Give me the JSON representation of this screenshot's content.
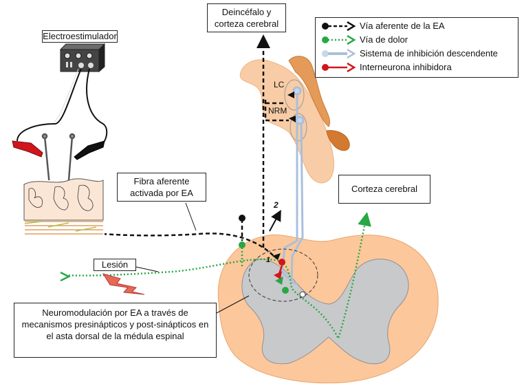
{
  "labels": {
    "device": "Electroestimulador",
    "brain": "Deincéfalo y\ncorteza cerebral",
    "fiber": "Fibra aferente\nactivada por EA",
    "cortex": "Corteza cerebral",
    "lesion": "Lesión",
    "neuromod": "Neuromodulación por EA a través de mecanismos presinápticos y post-sinápticos en el asta dorsal de la médula espinal",
    "lc": "LC",
    "nrm": "NRM",
    "num1": "1",
    "num2": "2"
  },
  "legend": [
    {
      "label": "Vía aferente de la EA",
      "color": "#111111"
    },
    {
      "label": "Vía de dolor",
      "color": "#27a844"
    },
    {
      "label": "Sistema de inhibición descendente",
      "color": "#a9bfdc"
    },
    {
      "label": "Interneurona inhibidora",
      "color": "#d0161b"
    }
  ],
  "colors": {
    "afferent": "#111111",
    "pain": "#27a844",
    "descending": "#a9bfdc",
    "interneuron": "#d0161b",
    "tissue": "#fbc79b",
    "brainstem": "#f8cca6",
    "grayMatter": "#c8c9cb",
    "skin": "#e0a27a"
  }
}
